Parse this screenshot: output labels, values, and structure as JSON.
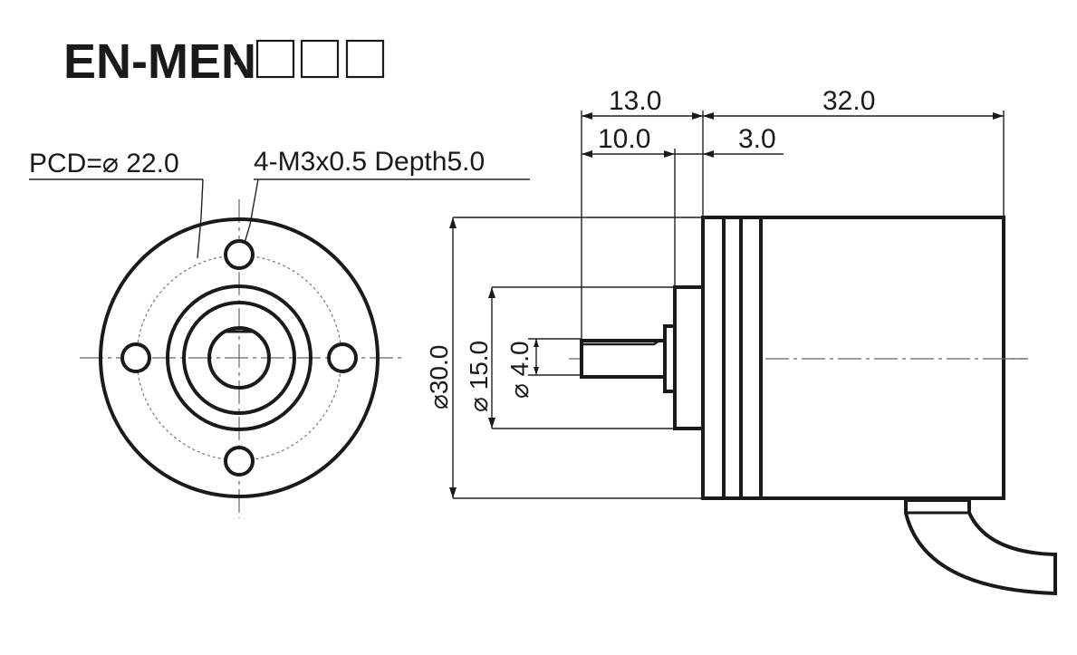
{
  "model": {
    "prefix": "EN-MEN",
    "dash": "-",
    "option_box_count": 3
  },
  "front_view": {
    "pcd_label": "PCD=⌀ 22.0",
    "hole_label": "4-M3x0.5 Depth5.0"
  },
  "side_view": {
    "dims_top": [
      "13.0",
      "32.0"
    ],
    "dims_second": [
      "10.0",
      "3.0"
    ],
    "diameters": [
      "⌀30.0",
      "⌀ 15.0",
      "⌀ 4.0"
    ]
  },
  "colors": {
    "line": "#1a1a1a",
    "centerline": "#666666"
  }
}
